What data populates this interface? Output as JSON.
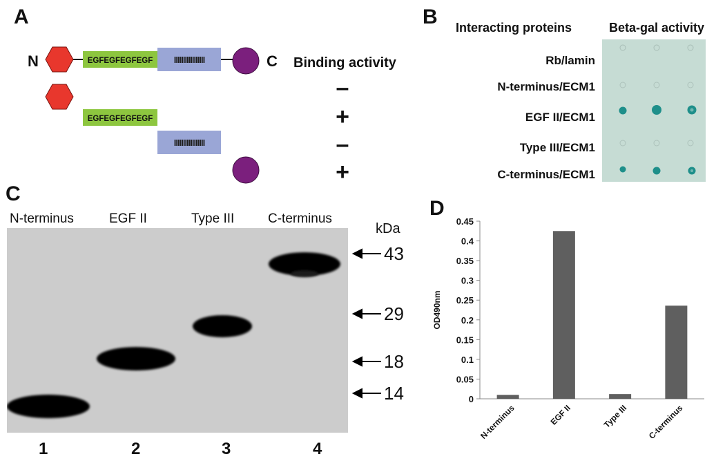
{
  "panels": {
    "a": "A",
    "b": "B",
    "c": "C",
    "d": "D"
  },
  "panel_a": {
    "n_label": "N",
    "c_label": "C",
    "egf_label": "EGFEGFEGFEGF",
    "repeat_label": "IIIIIIIIIIIIIIIII",
    "binding_header": "Binding activity",
    "binding": [
      "–",
      "+",
      "–",
      "+"
    ],
    "colors": {
      "n_domain": "#e8372d",
      "egf": "#8dc63f",
      "type3": "#9aa6d6",
      "c_domain": "#7b1f7d"
    }
  },
  "panel_b": {
    "col1_header": "Interacting proteins",
    "col2_header": "Beta-gal activity",
    "rows": [
      "Rb/lamin",
      "N-terminus/ECM1",
      "EGF II/ECM1",
      "Type III/ECM1",
      "C-terminus/ECM1"
    ],
    "colors": {
      "membrane": "#c6dcd4",
      "positive": "#1e8f8a"
    }
  },
  "panel_c": {
    "lane_headers": [
      "N-terminus",
      "EGF II",
      "Type III",
      "C-terminus"
    ],
    "lane_numbers": [
      "1",
      "2",
      "3",
      "4"
    ],
    "kda": "kDa",
    "markers": [
      "43",
      "29",
      "18",
      "14"
    ]
  },
  "chart_data": {
    "type": "bar",
    "categories": [
      "N-terminus",
      "EGF II",
      "Type III",
      "C-terminus"
    ],
    "values": [
      0.01,
      0.425,
      0.012,
      0.236
    ],
    "ylabel": "OD490nm",
    "ylim": [
      0,
      0.45
    ],
    "yticks": [
      "0",
      "0.05",
      "0.1",
      "0.15",
      "0.2",
      "0.25",
      "0.3",
      "0.35",
      "0.4",
      "0.45"
    ],
    "grid": false,
    "color": "#5f5f5f"
  }
}
